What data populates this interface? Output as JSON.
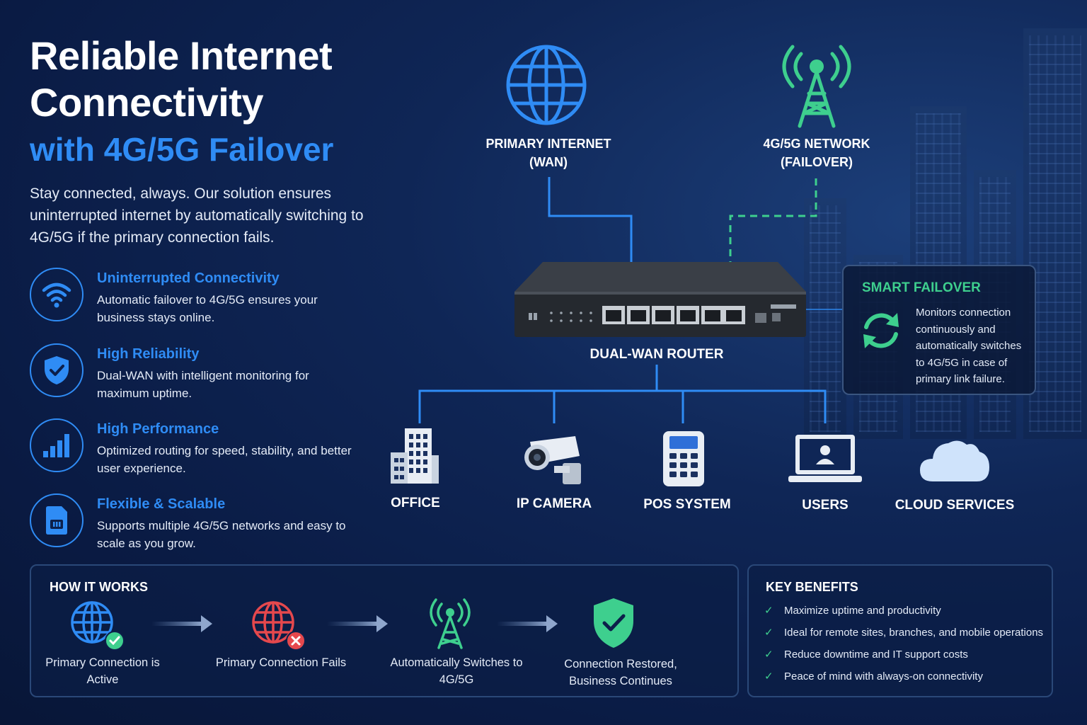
{
  "header": {
    "title": "Reliable Internet Connectivity",
    "title_accent": "with 4G/5G Failover",
    "intro": "Stay connected, always. Our solution ensures uninterrupted internet by automatically switching to 4G/5G if the primary connection fails."
  },
  "features": [
    {
      "title": "Uninterrupted Connectivity",
      "desc": "Automatic failover to 4G/5G ensures your business stays online.",
      "icon": "wifi-icon"
    },
    {
      "title": "High Reliability",
      "desc": "Dual-WAN with intelligent monitoring for maximum uptime.",
      "icon": "shield-check-icon"
    },
    {
      "title": "High Performance",
      "desc": "Optimized routing for speed, stability, and better user experience.",
      "icon": "signal-bars-icon"
    },
    {
      "title": "Flexible & Scalable",
      "desc": "Supports multiple 4G/5G networks and easy to scale as you grow.",
      "icon": "sim-card-icon"
    }
  ],
  "diagram": {
    "wan_label": "PRIMARY INTERNET\n(WAN)",
    "cellular_label": "4G/5G NETWORK\n(FAILOVER)",
    "router_label": "DUAL-WAN ROUTER",
    "devices": [
      "OFFICE",
      "IP CAMERA",
      "POS SYSTEM",
      "USERS",
      "CLOUD SERVICES"
    ],
    "colors": {
      "wan": "#2f8cf5",
      "cellular": "#3ecf8e"
    }
  },
  "smart_failover": {
    "title": "SMART FAILOVER",
    "desc": "Monitors connection continuously and automatically switches to 4G/5G in case of primary link failure."
  },
  "how_it_works": {
    "title": "HOW IT WORKS",
    "steps": [
      {
        "label": "Primary Connection is Active",
        "icon": "globe-check-icon"
      },
      {
        "label": "Primary Connection Fails",
        "icon": "globe-error-icon"
      },
      {
        "label": "Automatically Switches to 4G/5G",
        "icon": "tower-icon"
      },
      {
        "label": "Connection Restored, Business Continues",
        "icon": "shield-check-icon"
      }
    ]
  },
  "key_benefits": {
    "title": "KEY BENEFITS",
    "items": [
      "Maximize uptime and productivity",
      "Ideal for remote sites, branches, and mobile operations",
      "Reduce downtime and IT support costs",
      "Peace of mind with always-on connectivity"
    ]
  }
}
